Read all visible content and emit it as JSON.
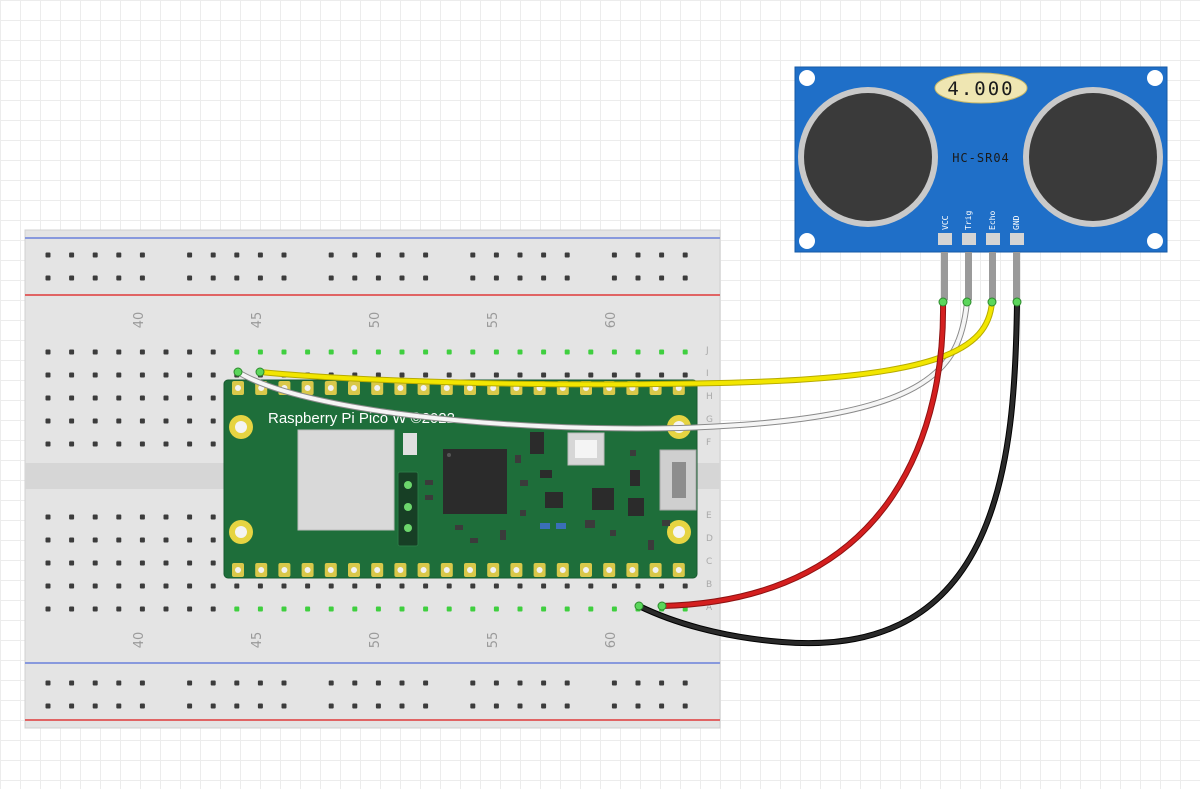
{
  "breadboard": {
    "column_labels": [
      "40",
      "45",
      "50",
      "55",
      "60"
    ],
    "row_labels_top": [
      "J",
      "I",
      "H",
      "G",
      "F"
    ],
    "row_labels_bottom": [
      "E",
      "D",
      "C",
      "B",
      "A"
    ]
  },
  "pico": {
    "title": "Raspberry Pi Pico W ©2022"
  },
  "sensor": {
    "display_value": "4.000",
    "model": "HC-SR04",
    "pins": [
      "VCC",
      "Trig",
      "Echo",
      "GND"
    ]
  },
  "colors": {
    "wire_vcc": "#d41f1f",
    "wire_trig": "#f5f5f5",
    "wire_echo": "#f2e600",
    "wire_gnd": "#222222",
    "pcb": "#1e6e3a",
    "sensor_board": "#1f6fc8"
  },
  "wires": [
    {
      "name": "vcc-wire",
      "color": "red"
    },
    {
      "name": "trig-wire",
      "color": "white"
    },
    {
      "name": "echo-wire",
      "color": "yellow"
    },
    {
      "name": "gnd-wire",
      "color": "black"
    }
  ]
}
